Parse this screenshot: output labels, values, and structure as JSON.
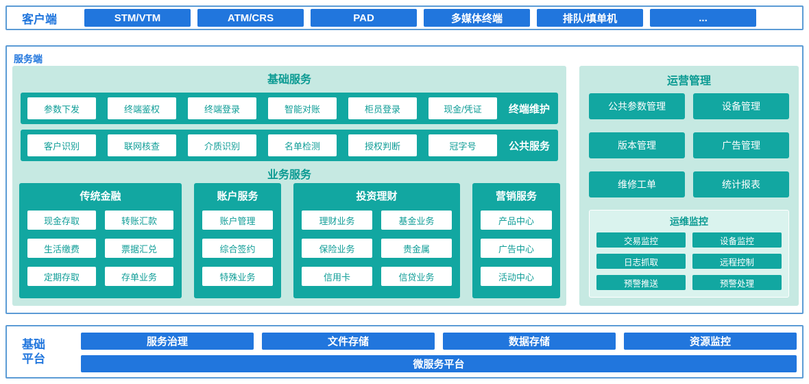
{
  "client": {
    "label": "客户端",
    "items": [
      "STM/VTM",
      "ATM/CRS",
      "PAD",
      "多媒体终端",
      "排队/填单机",
      "..."
    ]
  },
  "server": {
    "label": "服务端",
    "basic": {
      "title": "基础服务",
      "rows": [
        {
          "tag": "终端维护",
          "items": [
            "参数下发",
            "终端鉴权",
            "终端登录",
            "智能对账",
            "柜员登录",
            "现金/凭证"
          ]
        },
        {
          "tag": "公共服务",
          "items": [
            "客户识别",
            "联网核查",
            "介质识别",
            "名单检测",
            "授权判断",
            "冠字号"
          ]
        }
      ]
    },
    "business": {
      "title": "业务服务",
      "groups": [
        {
          "title": "传统金融",
          "items": [
            "现金存取",
            "转账汇款",
            "生活缴费",
            "票据汇兑",
            "定期存取",
            "存单业务"
          ]
        },
        {
          "title": "账户服务",
          "items": [
            "账户管理",
            "综合签约",
            "特殊业务"
          ]
        },
        {
          "title": "投资理财",
          "items": [
            "理财业务",
            "基金业务",
            "保险业务",
            "贵金属",
            "信用卡",
            "信贷业务"
          ]
        },
        {
          "title": "营销服务",
          "items": [
            "产品中心",
            "广告中心",
            "活动中心"
          ]
        }
      ]
    },
    "operations": {
      "title": "运营管理",
      "items": [
        "公共参数管理",
        "设备管理",
        "版本管理",
        "广告管理",
        "维修工单",
        "统计报表"
      ],
      "monitoring": {
        "title": "运维监控",
        "items": [
          "交易监控",
          "设备监控",
          "日志抓取",
          "远程控制",
          "预警推送",
          "预警处理"
        ]
      }
    }
  },
  "platform": {
    "label": "基础平台",
    "items": [
      "服务治理",
      "文件存储",
      "数据存储",
      "资源监控"
    ],
    "bottom_bar": "微服务平台"
  },
  "colors": {
    "primary_blue": "#2176dd",
    "border_blue": "#5b9bd5",
    "teal": "#12a7a1",
    "panel_mint": "#c6e9e2",
    "title_teal": "#0a9a92"
  }
}
